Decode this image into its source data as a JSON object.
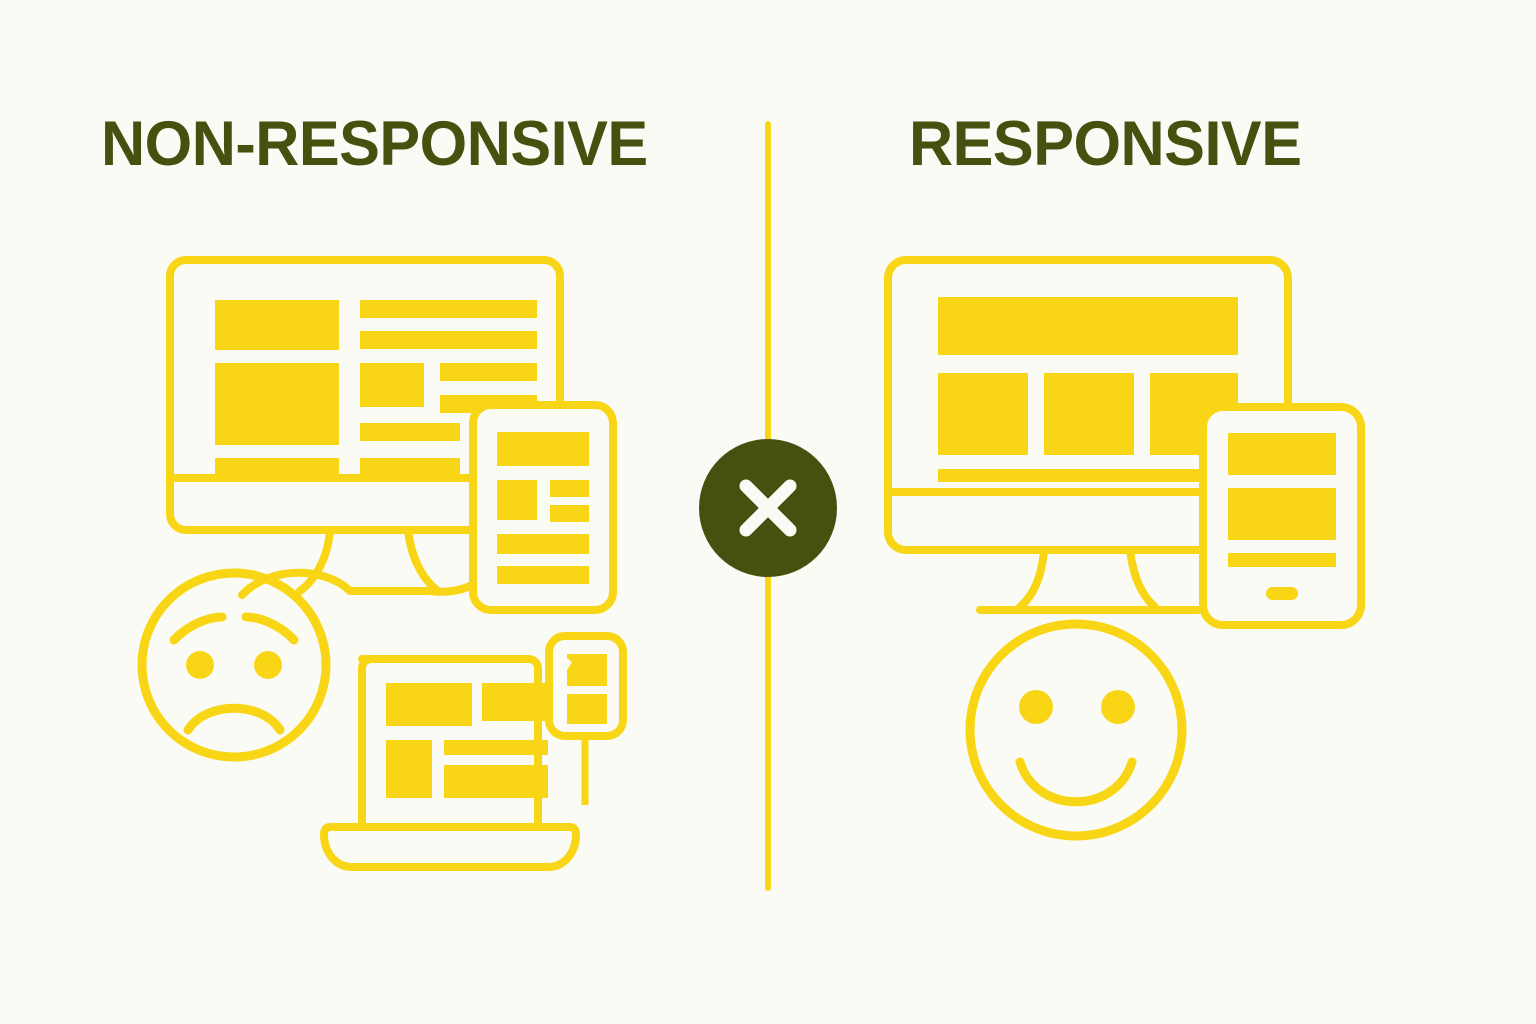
{
  "figure": {
    "title_left": "NON-RESPONSIVE",
    "title_right": "RESPONSIVE",
    "divider_icon": "x-cross-icon",
    "colors": {
      "background": "#fbfbf6",
      "accent_yellow": "#f8d615",
      "dark_olive": "#46500f",
      "badge_glyph": "#fbfbf6"
    }
  },
  "left_panel": {
    "label": "NON-RESPONSIVE",
    "devices": [
      {
        "name": "desktop-monitor",
        "icon": "monitor-icon",
        "layout": "cluttered-multi-column",
        "content_blocks": [
          "hero-block-left",
          "text-line-top-right",
          "text-line-second-right",
          "large-block-left",
          "square-block-middle",
          "text-line-right-upper",
          "text-line-right-lower",
          "text-line-bottom-middle",
          "text-line-bottom-left",
          "text-line-bottom-right"
        ]
      },
      {
        "name": "tablet",
        "icon": "tablet-icon",
        "layout": "cramped-overflow",
        "content_blocks": [
          "header-bar",
          "square-thumb",
          "small-line-1",
          "small-line-2",
          "wide-line-1",
          "wide-line-2"
        ]
      },
      {
        "name": "laptop",
        "icon": "laptop-icon",
        "layout": "overlapping-blocks",
        "content_blocks": [
          "wide-block",
          "side-block",
          "tall-block",
          "thin-bar",
          "bottom-block"
        ]
      },
      {
        "name": "phone",
        "icon": "phone-icon",
        "layout": "clipped-content",
        "content_blocks": [
          "clipped-block",
          "small-block"
        ]
      }
    ],
    "face": {
      "name": "sad-face-icon",
      "expression": "sad",
      "features": [
        "worried-eyebrows",
        "round-eyes",
        "frown-mouth"
      ]
    }
  },
  "right_panel": {
    "label": "RESPONSIVE",
    "devices": [
      {
        "name": "desktop-monitor",
        "icon": "monitor-icon",
        "layout": "clean-grid",
        "content_blocks": [
          "hero-banner",
          "card-1",
          "card-2",
          "card-3",
          "footer-line"
        ]
      },
      {
        "name": "tablet",
        "icon": "tablet-icon",
        "layout": "stacked-fluid",
        "content_blocks": [
          "hero-block",
          "body-block",
          "footer-line",
          "home-button"
        ]
      }
    ],
    "face": {
      "name": "happy-face-icon",
      "expression": "happy",
      "features": [
        "round-eyes",
        "smile-mouth"
      ]
    }
  }
}
